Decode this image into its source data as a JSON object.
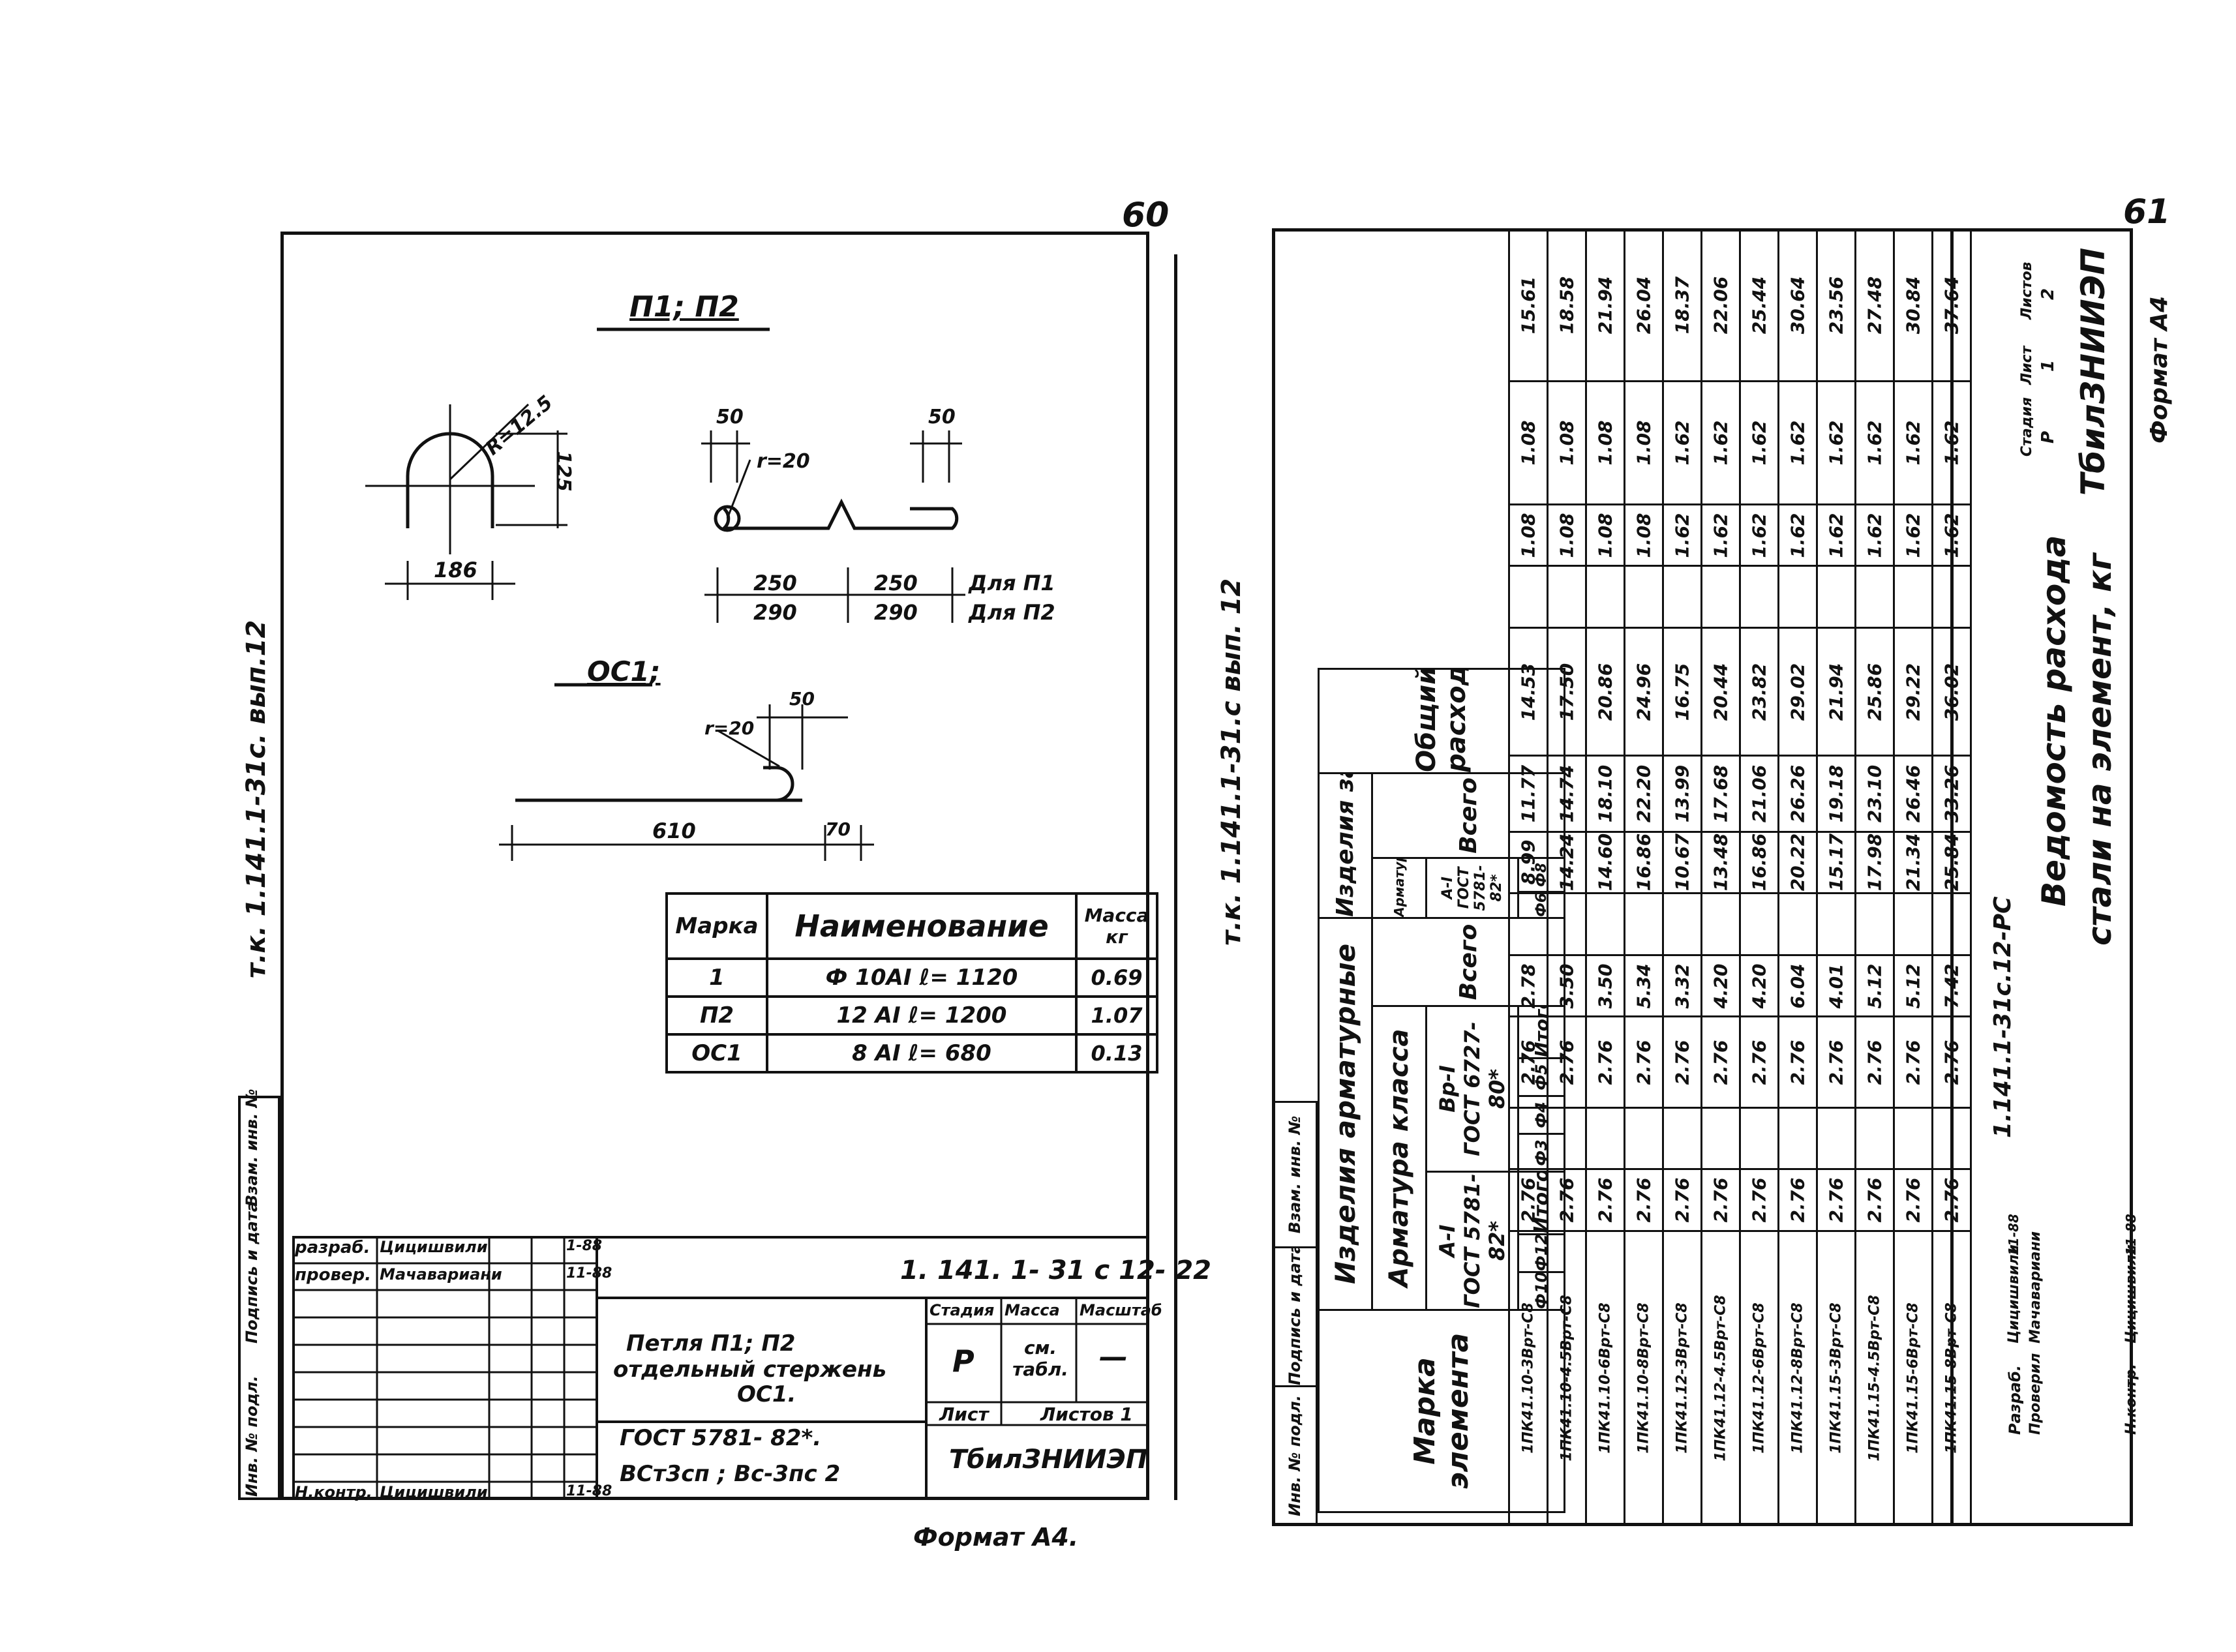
{
  "page60": {
    "page_number": "60",
    "side_code": "т.к. 1.141.1-31с. вып.12",
    "drawing_title": "П1; П2",
    "oc_title": "ОС1;",
    "dims": {
      "r": "R=12.5",
      "h": "125",
      "w": "186",
      "d50a": "50",
      "d50b": "50",
      "r20": "r=20",
      "l250a": "250",
      "l250b": "250",
      "l290a": "290",
      "l290b": "290",
      "for_p1": "Для П1",
      "for_p2": "Для П2",
      "oc_r20": "r=20",
      "oc_50": "50",
      "oc_610": "610",
      "oc_70": "70"
    },
    "spec": {
      "headers": [
        "Марка",
        "Наименование",
        "Масса кг"
      ],
      "rows": [
        [
          "1",
          "Ф 10АI  ℓ= 1120",
          "0.69"
        ],
        [
          "П2",
          "12 АI  ℓ= 1200",
          "1.07"
        ],
        [
          "ОС1",
          "8 АI  ℓ= 680",
          "0.13"
        ]
      ]
    },
    "title_block": {
      "code": "1. 141. 1- 31 с 12- 22",
      "razrab": "разраб.",
      "razrab_name": "Цицишвили",
      "razrab_date": "1-88",
      "prover": "провер.",
      "prover_name": "Мачавариани",
      "prover_date": "11-88",
      "nkontr": "Н.контр.",
      "nkontr_name": "Цицишвили",
      "nkontr_date": "11-88",
      "name_line1": "Петля П1; П2",
      "name_line2": "отдельный стержень",
      "name_line3": "ОС1.",
      "stadia": "Стадия",
      "massa": "Масса",
      "masshtab": "Масштаб",
      "stadia_val": "Р",
      "massa_val": "см. табл.",
      "masshtab_val": "—",
      "list": "Лист",
      "listov": "Листов 1",
      "gost": "ГОСТ 5781- 82*.",
      "material": "ВСт3сп  ;  Вс-3пс 2",
      "org": "ТбилЗНИИЭП"
    },
    "side_stamp": [
      "Инв. № подл.",
      "Подпись и дата",
      "Взам. инв. №"
    ],
    "format": "Формат А4."
  },
  "page61": {
    "page_number": "61",
    "side_code": "т.к. 1.141.1-31.с вып. 12",
    "headers": {
      "marka": "Марка элемента",
      "armat_group": "Изделия арматурные",
      "armat_class": "Арматура класса",
      "ai": "A-I",
      "ai_gost": "ГОСТ 5781- 82*",
      "vri": "Вр-I",
      "vri_gost": "ГОСТ 6727- 80*",
      "phi10": "Ф10",
      "phi12": "Ф12",
      "itogo": "Итого",
      "phi3": "Ф3",
      "phi4": "Ф4",
      "phi5": "Ф5",
      "itogo2": "Итого",
      "vsego": "Всего",
      "zakl_group": "Изделия закладные",
      "zakl_class": "Арматура класса",
      "zakl_ai": "A-I",
      "zakl_gost": "ГОСТ 5781- 82*",
      "phi6": "Ф6",
      "phi8": "Ф8",
      "zakl_vsego": "Всего",
      "total": "Общий расход"
    },
    "rows": [
      [
        "1ПК41.10-3Врт-С8",
        "2.76",
        "",
        "2.76",
        "2.78",
        "",
        "8.99",
        "11.77",
        "14.53",
        "",
        "1.08",
        "1.08",
        "15.61"
      ],
      [
        "1ПК41.10-4.5Врт-С8",
        "2.76",
        "",
        "2.76",
        "3.50",
        "",
        "14.24",
        "14.74",
        "17.50",
        "",
        "1.08",
        "1.08",
        "18.58"
      ],
      [
        "1ПК41.10-6Врт-С8",
        "2.76",
        "",
        "2.76",
        "3.50",
        "",
        "14.60",
        "18.10",
        "20.86",
        "",
        "1.08",
        "1.08",
        "21.94"
      ],
      [
        "1ПК41.10-8Врт-С8",
        "2.76",
        "",
        "2.76",
        "5.34",
        "",
        "16.86",
        "22.20",
        "24.96",
        "",
        "1.08",
        "1.08",
        "26.04"
      ],
      [
        "1ПК41.12-3Врт-С8",
        "2.76",
        "",
        "2.76",
        "3.32",
        "",
        "10.67",
        "13.99",
        "16.75",
        "",
        "1.62",
        "1.62",
        "18.37"
      ],
      [
        "1ПК41.12-4.5Врт-С8",
        "2.76",
        "",
        "2.76",
        "4.20",
        "",
        "13.48",
        "17.68",
        "20.44",
        "",
        "1.62",
        "1.62",
        "22.06"
      ],
      [
        "1ПК41.12-6Врт-С8",
        "2.76",
        "",
        "2.76",
        "4.20",
        "",
        "16.86",
        "21.06",
        "23.82",
        "",
        "1.62",
        "1.62",
        "25.44"
      ],
      [
        "1ПК41.12-8Врт-С8",
        "2.76",
        "",
        "2.76",
        "6.04",
        "",
        "20.22",
        "26.26",
        "29.02",
        "",
        "1.62",
        "1.62",
        "30.64"
      ],
      [
        "1ПК41.15-3Врт-С8",
        "2.76",
        "",
        "2.76",
        "4.01",
        "",
        "15.17",
        "19.18",
        "21.94",
        "",
        "1.62",
        "1.62",
        "23.56"
      ],
      [
        "1ПК41.15-4.5Врт-С8",
        "2.76",
        "",
        "2.76",
        "5.12",
        "",
        "17.98",
        "23.10",
        "25.86",
        "",
        "1.62",
        "1.62",
        "27.48"
      ],
      [
        "1ПК41.15-6Врт-С8",
        "2.76",
        "",
        "2.76",
        "5.12",
        "",
        "21.34",
        "26.46",
        "29.22",
        "",
        "1.62",
        "1.62",
        "30.84"
      ],
      [
        "1ПК41.15-8Врт-С8",
        "2.76",
        "",
        "2.76",
        "7.42",
        "",
        "25.84",
        "33.26",
        "36.02",
        "",
        "1.62",
        "1.62",
        "37.64"
      ]
    ],
    "title_block": {
      "code": "1.141.1-31с.12-РС",
      "razrab": "Разраб.",
      "razrab_name": "Цицишвили",
      "prover": "Проверил",
      "prover_name": "Мачавариани",
      "nkontr": "Н.контр.",
      "nkontr_name": "Цицишвили",
      "date1": "11-88",
      "date2": "11-88",
      "doc_title1": "Ведомость расхода",
      "doc_title2": "стали на элемент, кг",
      "stadia": "Стадия",
      "list": "Лист",
      "listov": "Листов",
      "stadia_val": "Р",
      "list_val": "1",
      "listov_val": "2",
      "org": "ТбилЗНИИЭП"
    },
    "side_stamp": [
      "Инв. № подл.",
      "Подпись и дата",
      "Взам. инв. №"
    ],
    "format": "Формат А4"
  }
}
